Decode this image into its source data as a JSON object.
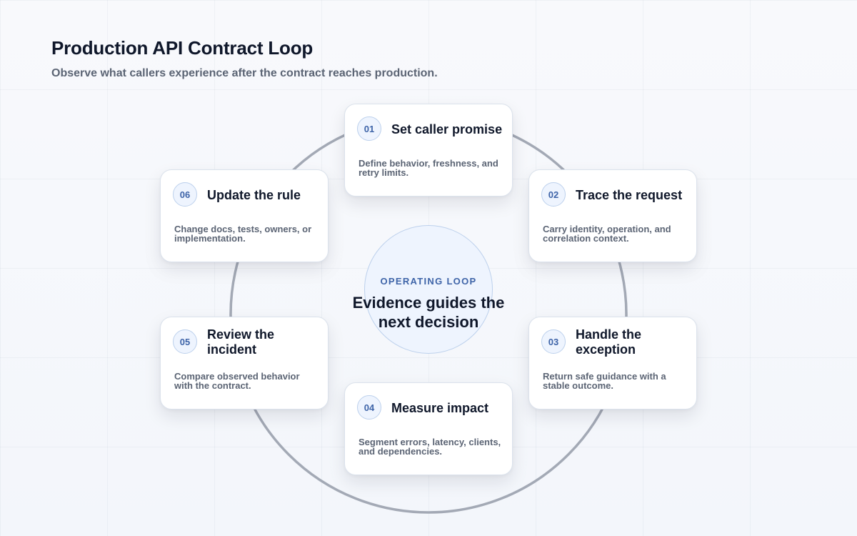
{
  "header": {
    "title": "Production API Contract Loop",
    "subtitle": "Observe what callers experience after the contract reaches production."
  },
  "center": {
    "label": "OPERATING LOOP",
    "text": "Evidence guides the next decision"
  },
  "steps": [
    {
      "number": "01",
      "title": "Set caller promise",
      "description": "Define behavior, freshness, and retry limits."
    },
    {
      "number": "02",
      "title": "Trace the request",
      "description": "Carry identity, operation, and correlation context."
    },
    {
      "number": "03",
      "title": "Handle the exception",
      "description": "Return safe guidance with a stable outcome."
    },
    {
      "number": "04",
      "title": "Measure impact",
      "description": "Segment errors, latency, clients, and dependencies."
    },
    {
      "number": "05",
      "title": "Review the incident",
      "description": "Compare observed behavior with the contract."
    },
    {
      "number": "06",
      "title": "Update the rule",
      "description": "Change docs, tests, owners, or implementation."
    }
  ],
  "colors": {
    "accent": "#3e64a8",
    "ring": "#a3a9b5",
    "title": "#0f172a",
    "muted": "#5b6474"
  }
}
